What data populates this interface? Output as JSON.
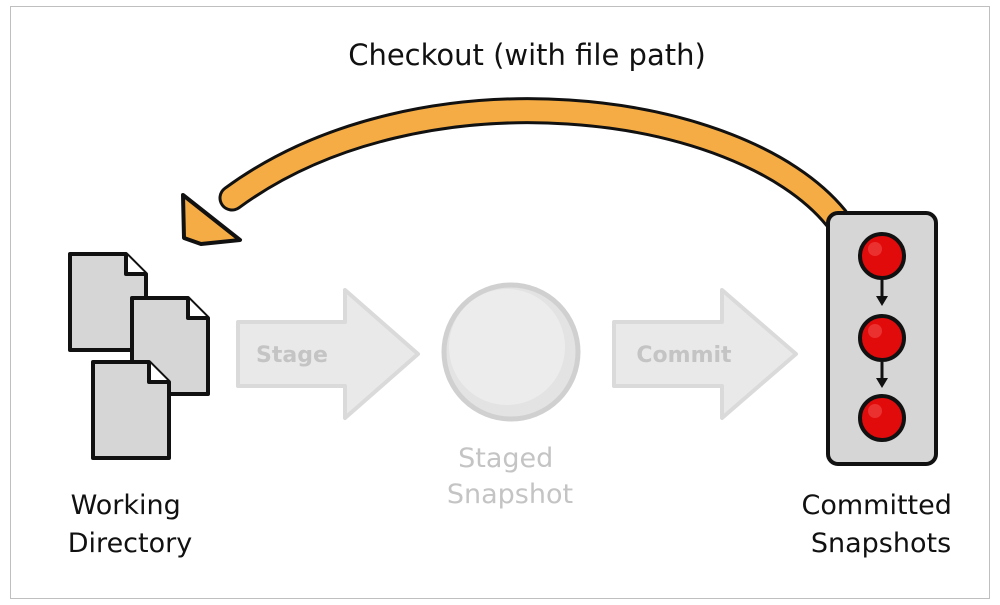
{
  "title": "Checkout (with file path)",
  "nodes": {
    "working_directory": [
      "Working",
      "Directory"
    ],
    "staged_snapshot": [
      "Staged",
      "Snapshot"
    ],
    "committed_snapshots": [
      "Committed",
      "Snapshots"
    ]
  },
  "arrows": {
    "stage": "Stage",
    "commit": "Commit"
  },
  "colors": {
    "checkout_arrow": "#f5ac45",
    "outline": "#111111",
    "document": "#d6d6d6",
    "commit_dot": "#e20b0b",
    "faded": "#e5e5e5",
    "faded_text": "#c4c4c4"
  }
}
